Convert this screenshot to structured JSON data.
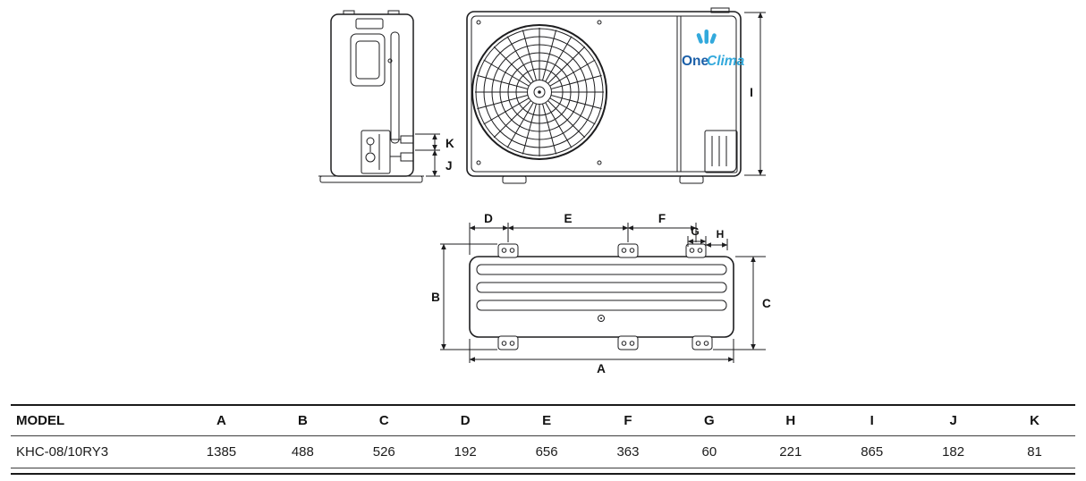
{
  "brand": {
    "logo_text_primary": "One",
    "logo_text_secondary": "Clima",
    "logo_color_primary": "#1b5fa8",
    "logo_color_secondary": "#33a9dc"
  },
  "diagram": {
    "line_color": "#1d1d1f",
    "labels": {
      "A": "A",
      "B": "B",
      "C": "C",
      "D": "D",
      "E": "E",
      "F": "F",
      "G": "G",
      "H": "H",
      "I": "I",
      "J": "J",
      "K": "K"
    }
  },
  "table": {
    "headers": [
      "MODEL",
      "A",
      "B",
      "C",
      "D",
      "E",
      "F",
      "G",
      "H",
      "I",
      "J",
      "K"
    ],
    "rows": [
      [
        "KHC-08/10RY3",
        "1385",
        "488",
        "526",
        "192",
        "656",
        "363",
        "60",
        "221",
        "865",
        "182",
        "81"
      ]
    ]
  }
}
